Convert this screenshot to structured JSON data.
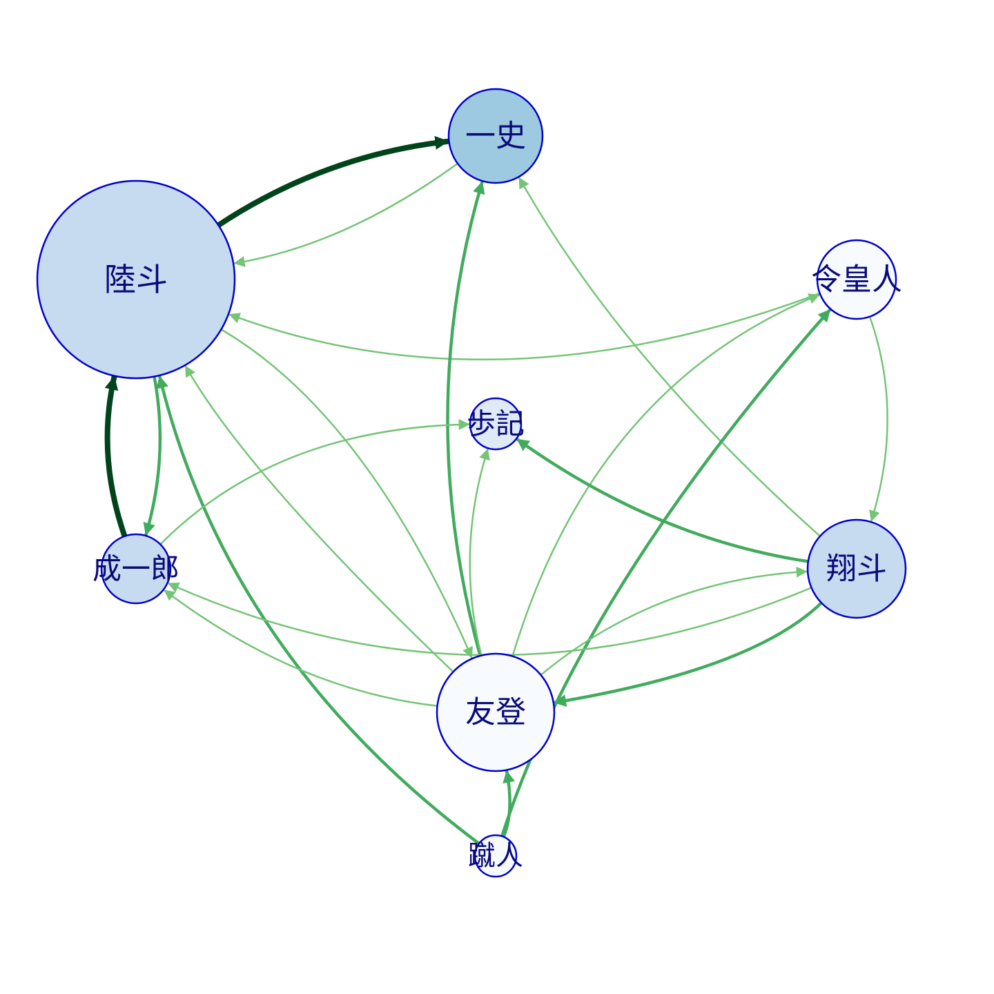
{
  "colors": {
    "node_border": "#0000cc",
    "label": "#0a0a7a",
    "edge_light": "#74c476",
    "edge_medium": "#41ab5d",
    "edge_dark": "#00441b"
  },
  "nodes": [
    {
      "id": "rikuto",
      "label": "陸斗",
      "fill": "#c6dbef"
    },
    {
      "id": "kazushi",
      "label": "一史",
      "fill": "#9ecae1"
    },
    {
      "id": "reiou",
      "label": "令皇人",
      "fill": "#f7fbff"
    },
    {
      "id": "ayuki",
      "label": "歩記",
      "fill": "#deebf7"
    },
    {
      "id": "seiichirou",
      "label": "成一郎",
      "fill": "#c6dbef"
    },
    {
      "id": "shouto",
      "label": "翔斗",
      "fill": "#c6dbef"
    },
    {
      "id": "yuto",
      "label": "友登",
      "fill": "#f7fbff"
    },
    {
      "id": "shuuto",
      "label": "蹴人",
      "fill": "#f7fbff"
    }
  ],
  "edges": [
    {
      "from": "rikuto",
      "to": "kazushi",
      "weight": "heavy"
    },
    {
      "from": "kazushi",
      "to": "rikuto",
      "weight": "light"
    },
    {
      "from": "reiou",
      "to": "rikuto",
      "weight": "light"
    },
    {
      "from": "seiichirou",
      "to": "rikuto",
      "weight": "heavy"
    },
    {
      "from": "rikuto",
      "to": "seiichirou",
      "weight": "medium"
    },
    {
      "from": "rikuto",
      "to": "yuto",
      "weight": "light"
    },
    {
      "from": "yuto",
      "to": "rikuto",
      "weight": "light"
    },
    {
      "from": "shuuto",
      "to": "rikuto",
      "weight": "medium"
    },
    {
      "from": "yuto",
      "to": "kazushi",
      "weight": "medium"
    },
    {
      "from": "shouto",
      "to": "kazushi",
      "weight": "light"
    },
    {
      "from": "reiou",
      "to": "shouto",
      "weight": "light"
    },
    {
      "from": "yuto",
      "to": "reiou",
      "weight": "light"
    },
    {
      "from": "shuuto",
      "to": "reiou",
      "weight": "medium"
    },
    {
      "from": "seiichirou",
      "to": "ayuki",
      "weight": "light"
    },
    {
      "from": "yuto",
      "to": "ayuki",
      "weight": "light"
    },
    {
      "from": "shouto",
      "to": "ayuki",
      "weight": "medium"
    },
    {
      "from": "yuto",
      "to": "seiichirou",
      "weight": "light"
    },
    {
      "from": "shouto",
      "to": "seiichirou",
      "weight": "light"
    },
    {
      "from": "yuto",
      "to": "shouto",
      "weight": "light"
    },
    {
      "from": "shouto",
      "to": "yuto",
      "weight": "medium"
    },
    {
      "from": "shuuto",
      "to": "yuto",
      "weight": "medium"
    }
  ]
}
